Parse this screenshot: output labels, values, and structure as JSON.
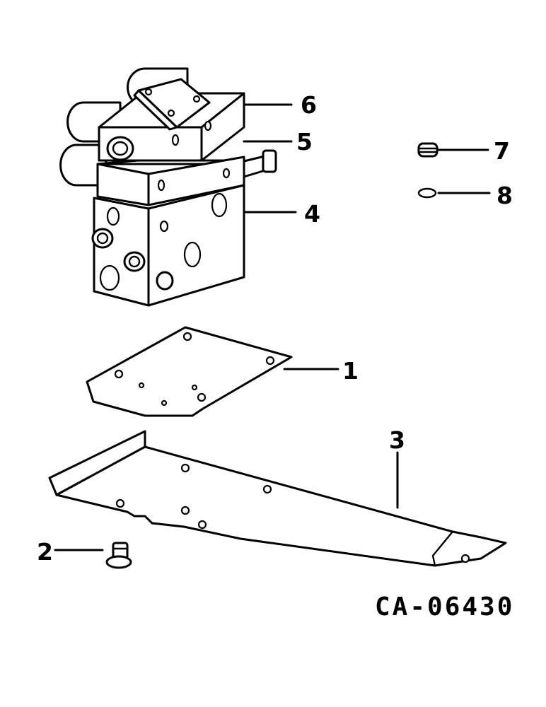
{
  "callouts": [
    {
      "id": "1",
      "label": "1"
    },
    {
      "id": "2",
      "label": "2"
    },
    {
      "id": "3",
      "label": "3"
    },
    {
      "id": "4",
      "label": "4"
    },
    {
      "id": "5",
      "label": "5"
    },
    {
      "id": "6",
      "label": "6"
    },
    {
      "id": "7",
      "label": "7"
    },
    {
      "id": "8",
      "label": "8"
    }
  ],
  "drawing_code": "CA-06430"
}
